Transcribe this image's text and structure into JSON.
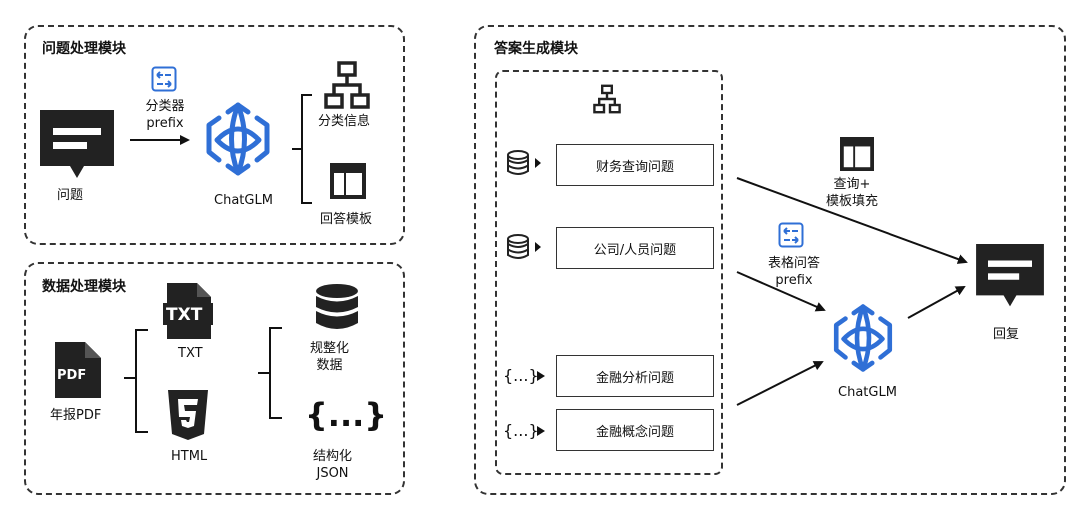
{
  "modules": {
    "question": {
      "title": "问题处理模块",
      "input_label": "问题",
      "classifier_label_1": "分类器",
      "classifier_label_2": "prefix",
      "model_label": "ChatGLM",
      "output_1": "分类信息",
      "output_2": "回答模板"
    },
    "data": {
      "title": "数据处理模块",
      "input_label": "年报PDF",
      "pdf_badge": "PDF",
      "txt_badge": "TXT",
      "format_1": "TXT",
      "format_2": "HTML",
      "out_1_line1": "规整化",
      "out_1_line2": "数据",
      "out_2_line1": "结构化",
      "out_2_line2": "JSON",
      "json_symbol": "{...}"
    },
    "answer": {
      "title": "答案生成模块",
      "q1": "财务查询问题",
      "q2": "公司/人员问题",
      "q3": "金融分析问题",
      "q4": "金融概念问题",
      "small_json": "{...}",
      "template_label_1": "查询+",
      "template_label_2": "模板填充",
      "table_prefix_1": "表格问答",
      "table_prefix_2": "prefix",
      "model_label": "ChatGLM",
      "reply_label": "回复"
    }
  },
  "colors": {
    "accent": "#2f6fd6",
    "border": "#333333",
    "icon": "#222222"
  }
}
